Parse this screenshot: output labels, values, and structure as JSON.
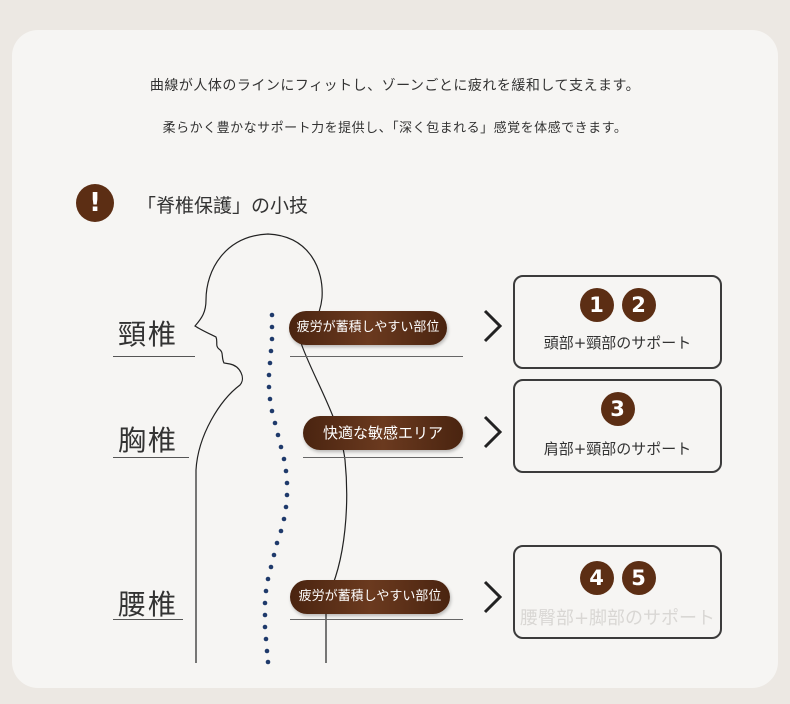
{
  "intro": {
    "line1": "曲線が人体のラインにフィットし、ゾーンごとに疲れを緩和して支えます。",
    "line2": "柔らかく豊かなサポート力を提供し、「深く包まれる」感覚を体感できます。"
  },
  "tip": {
    "icon": "!",
    "title": "「脊椎保護」の小技"
  },
  "regions": [
    {
      "label": "頸椎",
      "pill": "疲労が蓄積しやすい部位",
      "numbers": [
        "1",
        "2"
      ],
      "support": "頭部+頸部のサポート"
    },
    {
      "label": "胸椎",
      "pill": "快適な敏感エリア",
      "numbers": [
        "3"
      ],
      "support": "肩部+頸部のサポート"
    },
    {
      "label": "腰椎",
      "pill": "疲労が蓄積しやすい部位",
      "numbers": [
        "4",
        "5"
      ],
      "support": "腰臀部+脚部のサポート"
    }
  ],
  "colors": {
    "accent": "#5c2e14",
    "spine": "#1f3a6b",
    "background": "#f6f5f3"
  },
  "icons": {
    "alert": "exclamation-circle-icon",
    "arrow": "chevron-right-icon"
  }
}
